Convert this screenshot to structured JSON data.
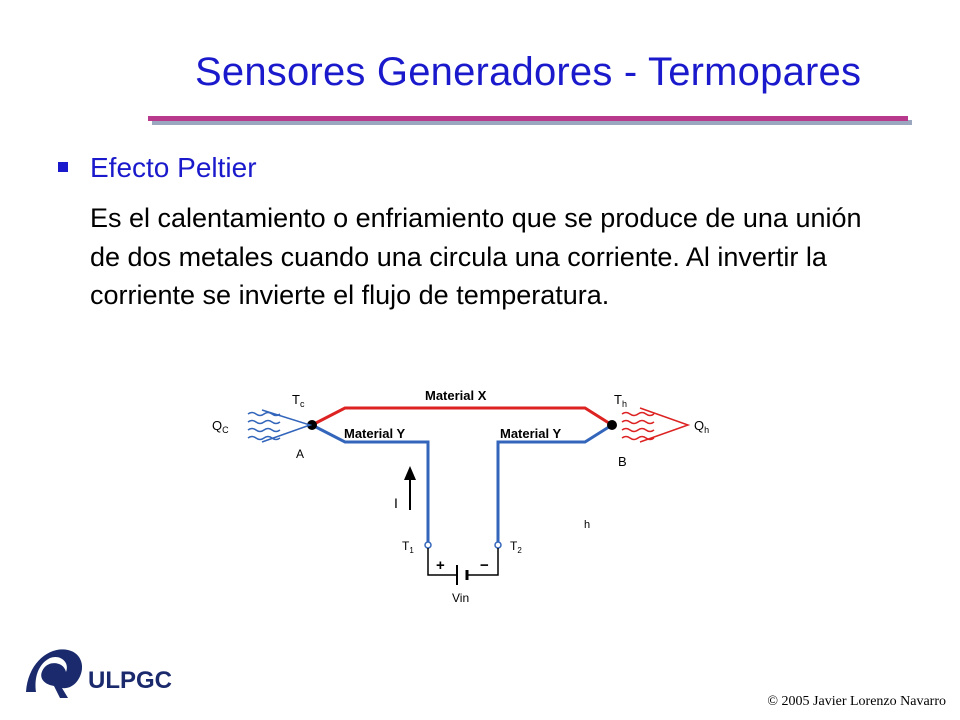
{
  "slide": {
    "title": "Sensores Generadores - Termopares",
    "bullet": "Efecto Peltier",
    "body": "Es el calentamiento o enfriamiento que se produce de una unión de dos metales cuando una circula una corriente. Al invertir la corriente se invierte el flujo de temperatura."
  },
  "diagram": {
    "material_x": "Material X",
    "material_y_left": "Material Y",
    "material_y_right": "Material Y",
    "tc": "T",
    "tc_sub": "c",
    "th": "T",
    "th_sub": "h",
    "qc": "Q",
    "qc_sub": "C",
    "qh": "Q",
    "qh_sub": "h",
    "a": "A",
    "b": "B",
    "current": "I",
    "t1": "T",
    "t1_sub": "1",
    "t2": "T",
    "t2_sub": "2",
    "plus": "+",
    "minus": "−",
    "vin": "Vin",
    "stray": "h",
    "colors": {
      "material_x": "#dd2222",
      "material_y": "#3366bb",
      "heat_cold": "#3366bb",
      "heat_hot": "#dd2222"
    }
  },
  "footer": {
    "logo_text": "ULPGC",
    "copyright": "© 2005 Javier Lorenzo Navarro"
  }
}
